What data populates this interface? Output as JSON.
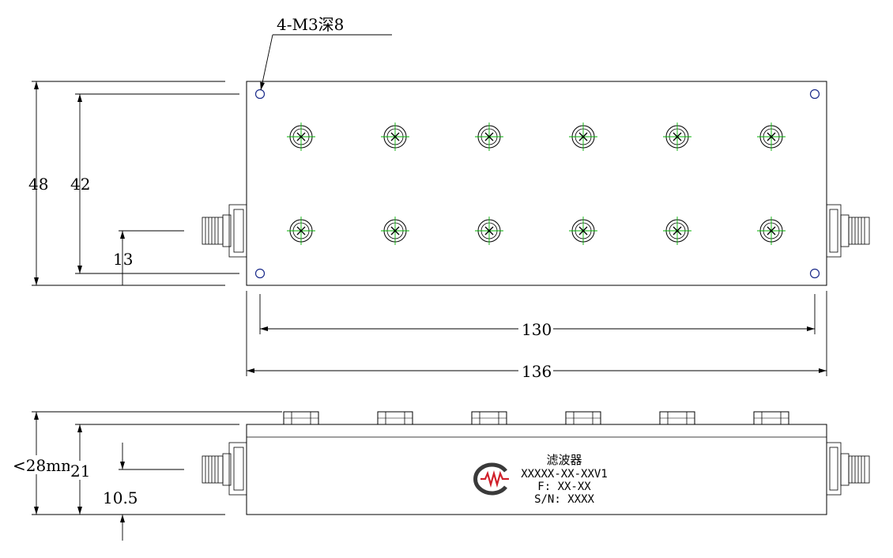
{
  "callout": {
    "hole_note": "4-M3深8"
  },
  "top_view": {
    "dims": {
      "height_outer": "48",
      "height_inner": "42",
      "connector_offset": "13",
      "width_inner": "130",
      "width_outer": "136"
    }
  },
  "side_view": {
    "dims": {
      "height_total": "<28mm",
      "height_body": "21",
      "connector_height": "10.5"
    },
    "label": {
      "name": "滤波器",
      "model": "XXXXX-XX-XXV1",
      "freq": "F: XX-XX",
      "serial": "S/N: XXXX"
    }
  },
  "colors": {
    "center_marks": "#00b000",
    "logo_red": "#d0202a",
    "logo_dark": "#3a3a3a",
    "hole_blue": "#1a2a8a"
  }
}
